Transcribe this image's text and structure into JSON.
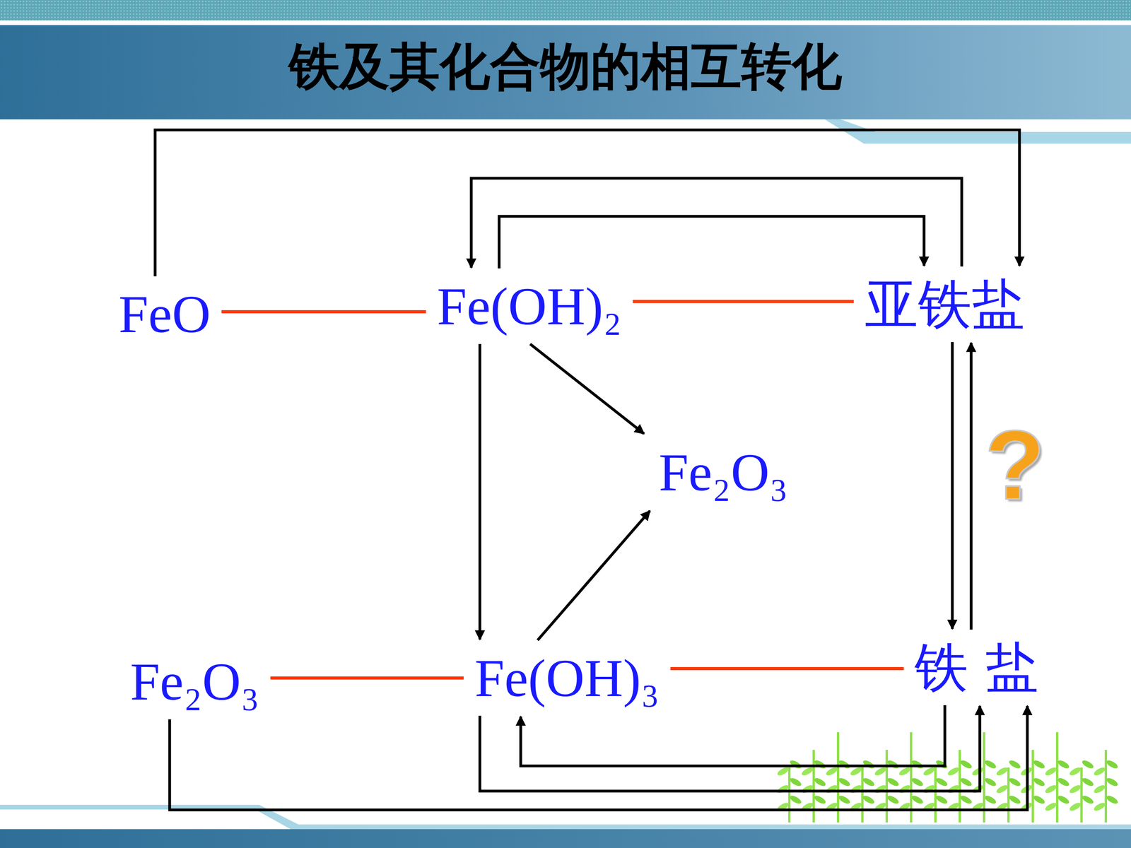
{
  "diagram": {
    "title": "铁及其化合物的相互转化",
    "nodes": [
      {
        "text": [
          "FeO"
        ]
      },
      {
        "text": [
          "Fe(OH)₂"
        ]
      },
      {
        "text": [
          "亚铁盐"
        ]
      },
      {
        "text": [
          "Fe₂O₃"
        ]
      },
      {
        "text": [
          "Fe₂O₃"
        ]
      },
      {
        "text": [
          "Fe(OH)₃"
        ]
      },
      {
        "text": [
          "铁 盐"
        ]
      }
    ],
    "edges": [
      {
        "from": 0,
        "to": 1,
        "arrow": "none"
      },
      {
        "from": 1,
        "to": 2,
        "arrow": "none"
      },
      {
        "from": 4,
        "to": 5,
        "arrow": "none"
      },
      {
        "from": 5,
        "to": 6,
        "arrow": "none"
      },
      {
        "from": 0,
        "to": 2,
        "arrow": "to"
      },
      {
        "from": 2,
        "to": 1,
        "arrow": "to"
      },
      {
        "from": 1,
        "to": 2,
        "arrow": "to"
      },
      {
        "from": 1,
        "to": 3,
        "arrow": "to"
      },
      {
        "from": 1,
        "to": 5,
        "arrow": "to"
      },
      {
        "from": 5,
        "to": 3,
        "arrow": "to"
      },
      {
        "from": 2,
        "to": 6,
        "arrow": "to"
      },
      {
        "from": 6,
        "to": 2,
        "arrow": "to"
      },
      {
        "from": 6,
        "to": 5,
        "arrow": "to"
      },
      {
        "from": 5,
        "to": 6,
        "arrow": "to"
      },
      {
        "from": 4,
        "to": 6,
        "arrow": "to"
      }
    ],
    "labels": [
      "?"
    ]
  }
}
